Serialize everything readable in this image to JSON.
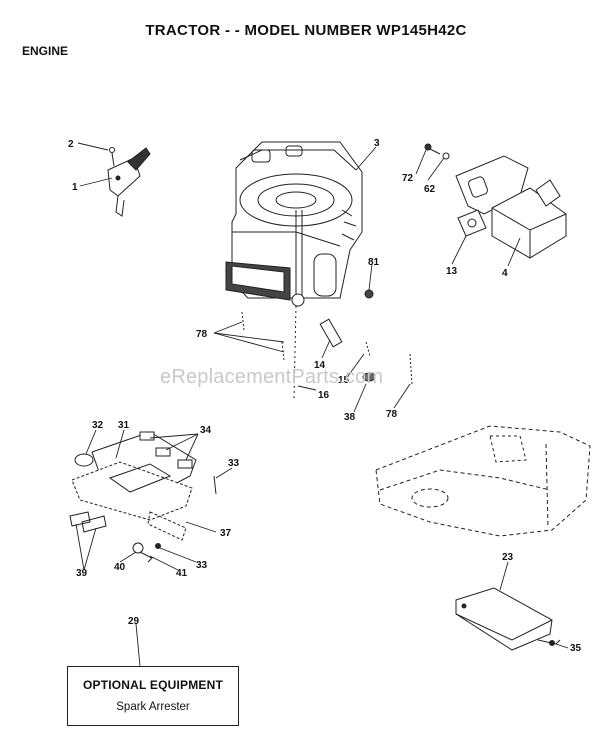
{
  "header": {
    "title": "TRACTOR - - MODEL NUMBER WP145H42C",
    "section": "ENGINE"
  },
  "watermark": "eReplacementParts.com",
  "callouts": [
    "2",
    "1",
    "3",
    "72",
    "62",
    "81",
    "13",
    "4",
    "78",
    "14",
    "15",
    "16",
    "38",
    "78",
    "32",
    "31",
    "34",
    "33",
    "37",
    "33",
    "41",
    "40",
    "39",
    "23",
    "35",
    "29"
  ],
  "optional_box": {
    "title": "OPTIONAL EQUIPMENT",
    "subtitle": "Spark Arrester"
  }
}
